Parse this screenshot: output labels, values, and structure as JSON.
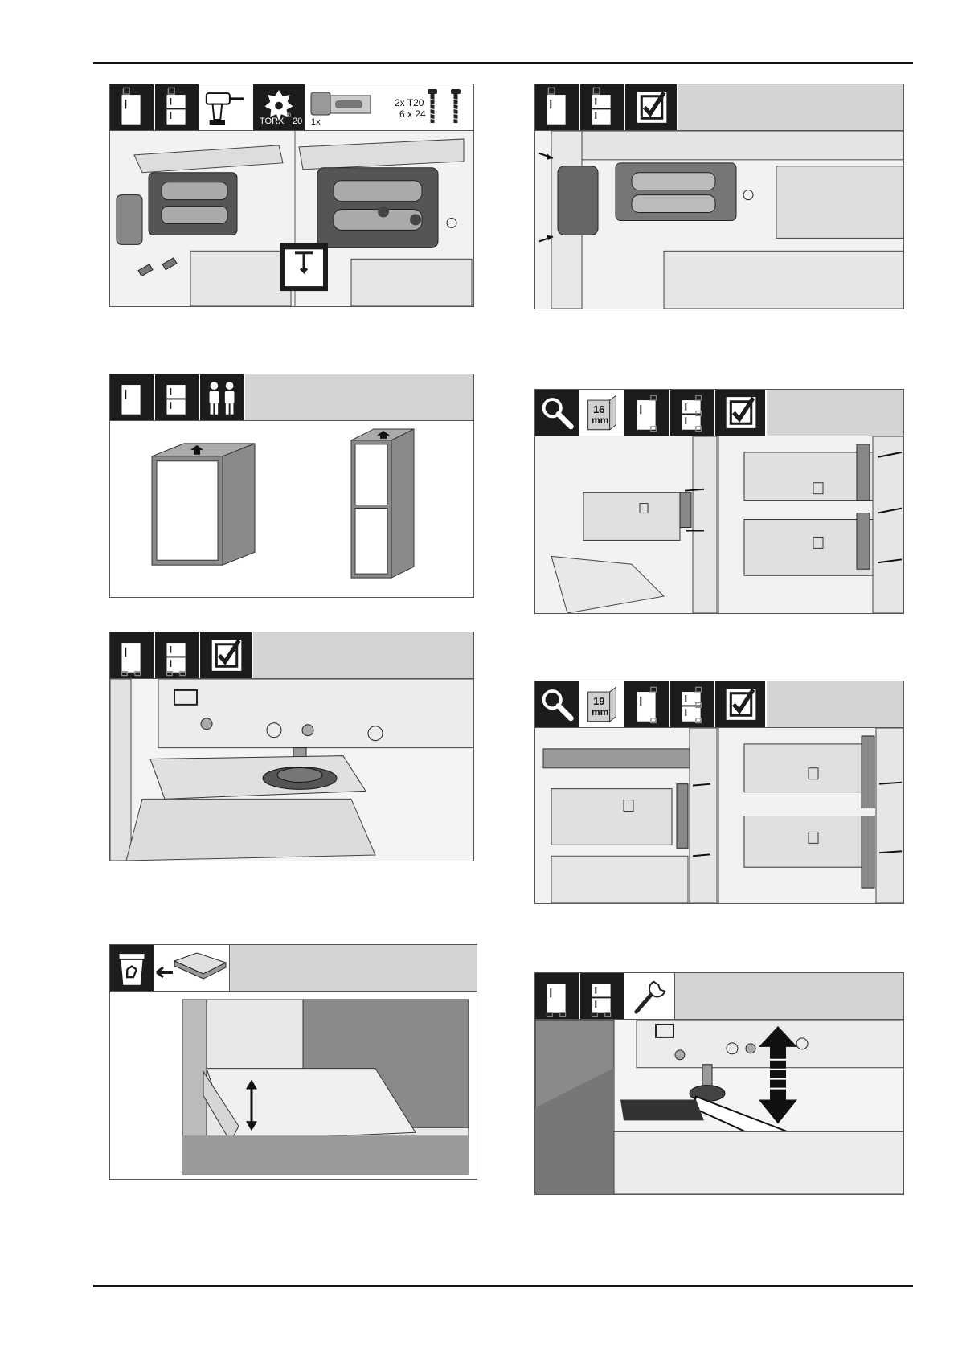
{
  "icons": {
    "fridge_single": "single-door-fridge-icon",
    "fridge_combi": "fridge-freezer-icon",
    "drill": "cordless-drill-icon",
    "torx": "torx-star-icon",
    "check": "checkmark-icon",
    "persons": "two-persons-icon",
    "magnifier": "magnifier-icon",
    "recycle": "recycle-bin-icon",
    "wrench": "wrench-icon",
    "screw": "screw-icon"
  },
  "panel_a": {
    "torx_label": "TORX",
    "torx_reg": "®",
    "torx_size": "20",
    "part_qty": "1x",
    "screw_qty": "2x T20",
    "screw_size": "6 x 24"
  },
  "panel_f": {
    "niche_depth": "16",
    "niche_unit": "mm"
  },
  "panel_g": {
    "niche_depth": "19",
    "niche_unit": "mm"
  },
  "colors": {
    "icon_tile": "#1c1c1c",
    "header": "#d4d4d4",
    "gray_dark": "#8a8a8a"
  }
}
